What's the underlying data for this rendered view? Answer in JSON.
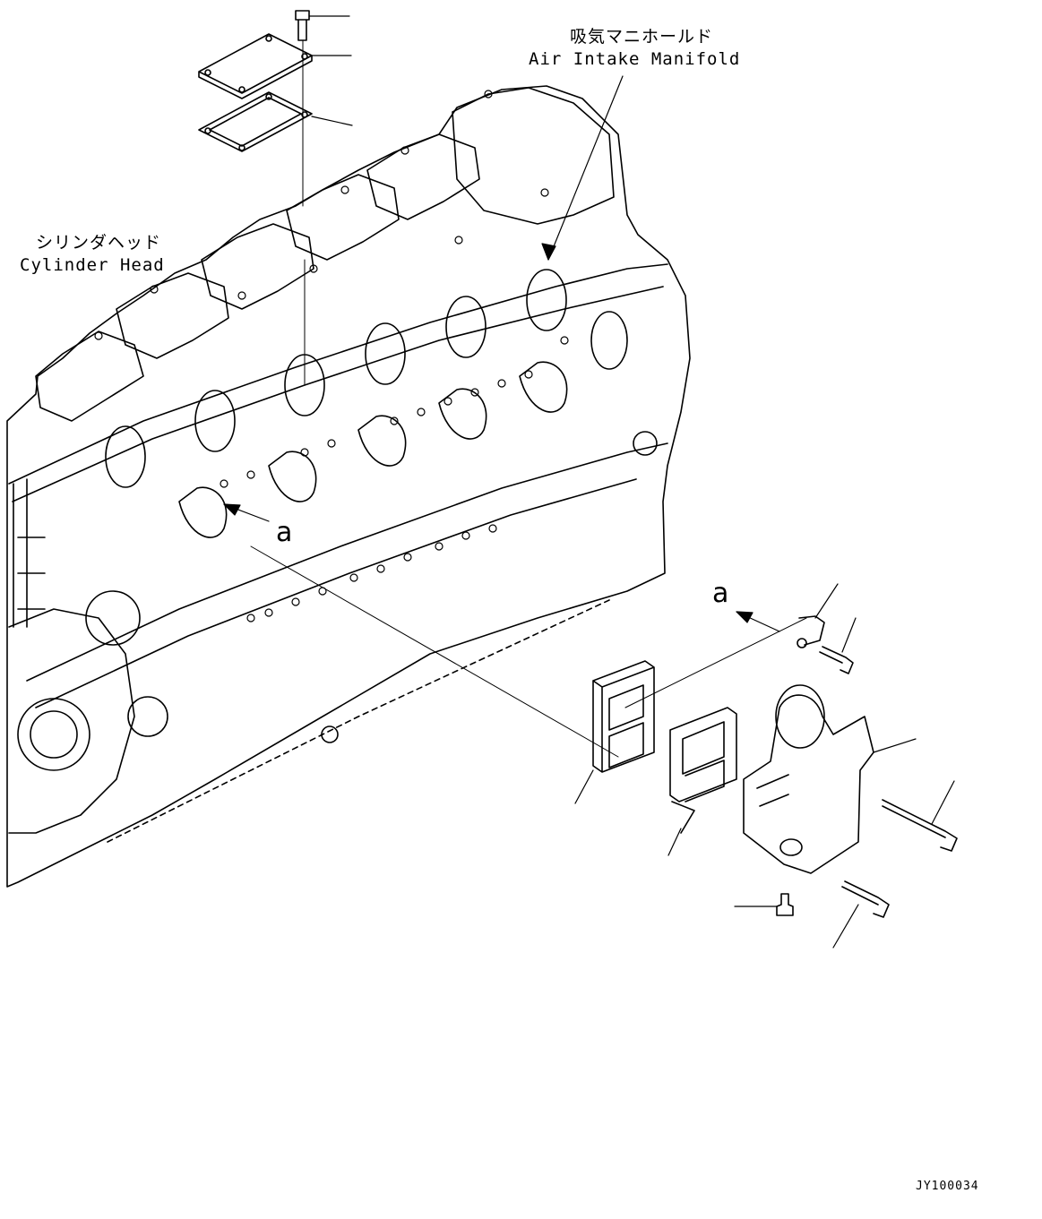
{
  "labels": {
    "intake_jp": "吸気マニホールド",
    "intake_en": "Air Intake Manifold",
    "head_jp": "シリンダヘッド",
    "head_en": "Cylinder Head",
    "view_a_body": "a",
    "view_a_detail": "a",
    "drawing_code": "JY100034"
  },
  "colors": {
    "line": "#000000",
    "background": "#ffffff"
  }
}
